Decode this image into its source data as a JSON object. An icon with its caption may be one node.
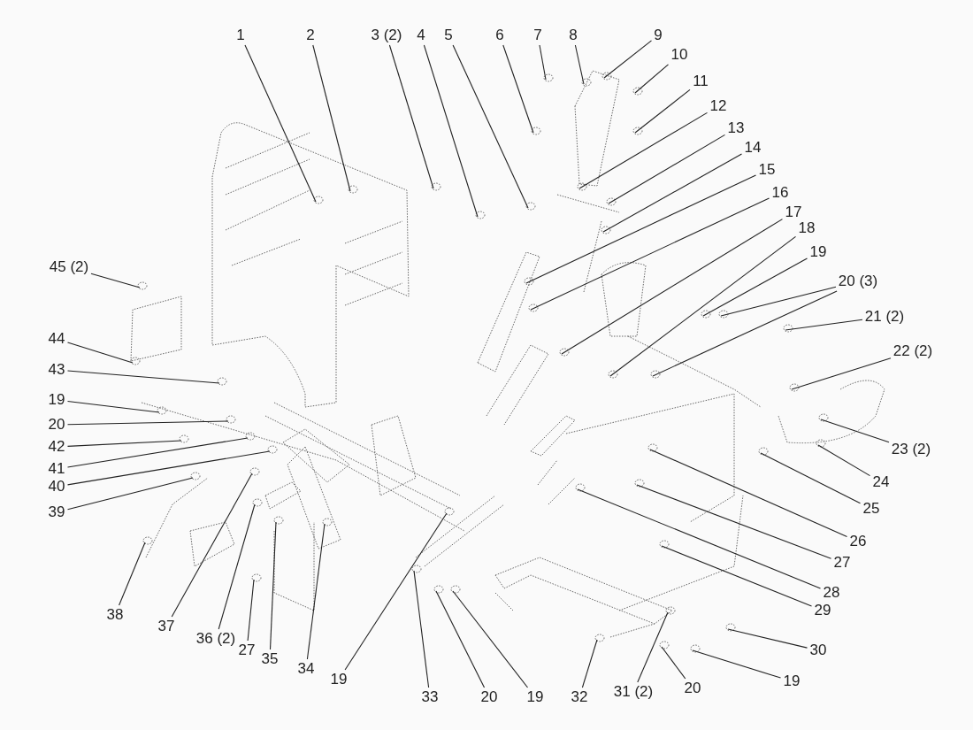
{
  "diagram": {
    "nodes": [
      {
        "text": [
          "1"
        ]
      },
      {
        "text": [
          "2"
        ]
      },
      {
        "text": [
          "3 (2)"
        ]
      },
      {
        "text": [
          "4"
        ]
      },
      {
        "text": [
          "5"
        ]
      },
      {
        "text": [
          "6"
        ]
      },
      {
        "text": [
          "7"
        ]
      },
      {
        "text": [
          "8"
        ]
      },
      {
        "text": [
          "9"
        ]
      },
      {
        "text": [
          "10"
        ]
      },
      {
        "text": [
          "11"
        ]
      },
      {
        "text": [
          "12"
        ]
      },
      {
        "text": [
          "13"
        ]
      },
      {
        "text": [
          "14"
        ]
      },
      {
        "text": [
          "15"
        ]
      },
      {
        "text": [
          "16"
        ]
      },
      {
        "text": [
          "17"
        ]
      },
      {
        "text": [
          "18"
        ]
      },
      {
        "text": [
          "19"
        ]
      },
      {
        "text": [
          "20 (3)"
        ]
      },
      {
        "text": [
          "21 (2)"
        ]
      },
      {
        "text": [
          "22 (2)"
        ]
      },
      {
        "text": [
          "23 (2)"
        ]
      },
      {
        "text": [
          "24"
        ]
      },
      {
        "text": [
          "25"
        ]
      },
      {
        "text": [
          "26"
        ]
      },
      {
        "text": [
          "27"
        ]
      },
      {
        "text": [
          "28"
        ]
      },
      {
        "text": [
          "29"
        ]
      },
      {
        "text": [
          "30"
        ]
      },
      {
        "text": [
          "19"
        ]
      },
      {
        "text": [
          "20"
        ]
      },
      {
        "text": [
          "31 (2)"
        ]
      },
      {
        "text": [
          "32"
        ]
      },
      {
        "text": [
          "19"
        ]
      },
      {
        "text": [
          "20"
        ]
      },
      {
        "text": [
          "33"
        ]
      },
      {
        "text": [
          "19"
        ]
      },
      {
        "text": [
          "34"
        ]
      },
      {
        "text": [
          "35"
        ]
      },
      {
        "text": [
          "27"
        ]
      },
      {
        "text": [
          "36 (2)"
        ]
      },
      {
        "text": [
          "37"
        ]
      },
      {
        "text": [
          "38"
        ]
      },
      {
        "text": [
          "39"
        ]
      },
      {
        "text": [
          "40"
        ]
      },
      {
        "text": [
          "41"
        ]
      },
      {
        "text": [
          "42"
        ]
      },
      {
        "text": [
          "20"
        ]
      },
      {
        "text": [
          "19"
        ]
      },
      {
        "text": [
          "43"
        ]
      },
      {
        "text": [
          "44"
        ]
      },
      {
        "text": [
          "45 (2)"
        ]
      }
    ],
    "edges": [
      {
        "from": 0,
        "to": null,
        "arrow": "none"
      },
      {
        "from": 1,
        "to": null,
        "arrow": "none"
      },
      {
        "from": 2,
        "to": null,
        "arrow": "none"
      },
      {
        "from": 3,
        "to": null,
        "arrow": "none"
      },
      {
        "from": 4,
        "to": null,
        "arrow": "none"
      },
      {
        "from": 5,
        "to": null,
        "arrow": "none"
      },
      {
        "from": 6,
        "to": null,
        "arrow": "none"
      },
      {
        "from": 7,
        "to": null,
        "arrow": "none"
      },
      {
        "from": 8,
        "to": null,
        "arrow": "none"
      },
      {
        "from": 9,
        "to": null,
        "arrow": "none"
      },
      {
        "from": 10,
        "to": null,
        "arrow": "none"
      },
      {
        "from": 11,
        "to": null,
        "arrow": "none"
      },
      {
        "from": 12,
        "to": null,
        "arrow": "none"
      },
      {
        "from": 13,
        "to": null,
        "arrow": "none"
      },
      {
        "from": 14,
        "to": null,
        "arrow": "none"
      },
      {
        "from": 15,
        "to": null,
        "arrow": "none"
      },
      {
        "from": 16,
        "to": null,
        "arrow": "none"
      },
      {
        "from": 17,
        "to": null,
        "arrow": "none"
      },
      {
        "from": 18,
        "to": null,
        "arrow": "none"
      },
      {
        "from": 19,
        "to": null,
        "arrow": "none"
      },
      {
        "from": 19,
        "to": null,
        "arrow": "none"
      },
      {
        "from": 20,
        "to": null,
        "arrow": "none"
      },
      {
        "from": 21,
        "to": null,
        "arrow": "none"
      },
      {
        "from": 22,
        "to": null,
        "arrow": "none"
      },
      {
        "from": 23,
        "to": null,
        "arrow": "none"
      },
      {
        "from": 24,
        "to": null,
        "arrow": "none"
      },
      {
        "from": 25,
        "to": null,
        "arrow": "none"
      },
      {
        "from": 26,
        "to": null,
        "arrow": "none"
      },
      {
        "from": 27,
        "to": null,
        "arrow": "none"
      },
      {
        "from": 28,
        "to": null,
        "arrow": "none"
      },
      {
        "from": 29,
        "to": null,
        "arrow": "none"
      },
      {
        "from": 30,
        "to": null,
        "arrow": "none"
      },
      {
        "from": 31,
        "to": null,
        "arrow": "none"
      },
      {
        "from": 32,
        "to": null,
        "arrow": "none"
      },
      {
        "from": 33,
        "to": null,
        "arrow": "none"
      },
      {
        "from": 34,
        "to": null,
        "arrow": "none"
      },
      {
        "from": 35,
        "to": null,
        "arrow": "none"
      },
      {
        "from": 36,
        "to": null,
        "arrow": "none"
      },
      {
        "from": 37,
        "to": null,
        "arrow": "none"
      },
      {
        "from": 38,
        "to": null,
        "arrow": "none"
      },
      {
        "from": 39,
        "to": null,
        "arrow": "none"
      },
      {
        "from": 40,
        "to": null,
        "arrow": "none"
      },
      {
        "from": 41,
        "to": null,
        "arrow": "none"
      },
      {
        "from": 42,
        "to": null,
        "arrow": "none"
      },
      {
        "from": 43,
        "to": null,
        "arrow": "none"
      },
      {
        "from": 44,
        "to": null,
        "arrow": "none"
      },
      {
        "from": 45,
        "to": null,
        "arrow": "none"
      },
      {
        "from": 46,
        "to": null,
        "arrow": "none"
      },
      {
        "from": 47,
        "to": null,
        "arrow": "none"
      },
      {
        "from": 48,
        "to": null,
        "arrow": "none"
      },
      {
        "from": 49,
        "to": null,
        "arrow": "none"
      },
      {
        "from": 50,
        "to": null,
        "arrow": "none"
      },
      {
        "from": 51,
        "to": null,
        "arrow": "none"
      },
      {
        "from": 52,
        "to": null,
        "arrow": "none"
      }
    ]
  }
}
